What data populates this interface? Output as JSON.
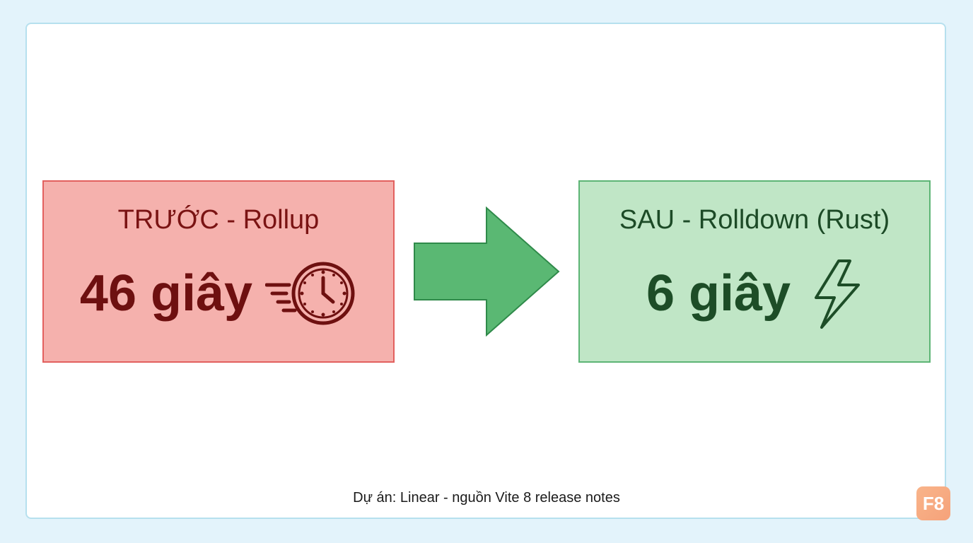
{
  "before": {
    "title": "TRƯỚC - Rollup",
    "value": "46 giây",
    "icon": "fast-clock-icon",
    "fill_color": "#f5b1ad",
    "border_color": "#e2605e",
    "text_color": "#7a1313"
  },
  "after": {
    "title": "SAU - Rolldown (Rust)",
    "value": "6 giây",
    "icon": "lightning-bolt-icon",
    "fill_color": "#c0e6c6",
    "border_color": "#5db575",
    "text_color": "#1c4a26"
  },
  "arrow": {
    "icon": "right-arrow-icon",
    "color": "#5ab873"
  },
  "caption": "Dự án: Linear - nguồn Vite 8 release notes",
  "logo": {
    "text": "F8",
    "color": "#f5a27a"
  }
}
